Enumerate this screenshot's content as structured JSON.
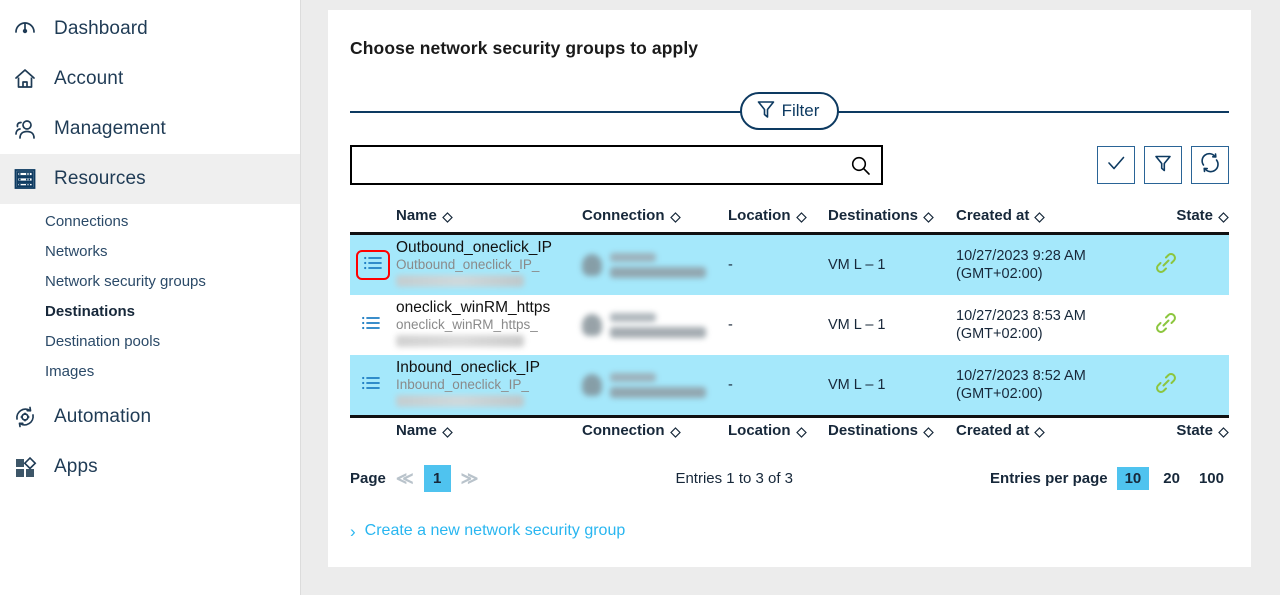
{
  "sidebar": {
    "items": [
      {
        "label": "Dashboard",
        "icon": "gauge-icon",
        "active": false
      },
      {
        "label": "Account",
        "icon": "home-icon",
        "active": false
      },
      {
        "label": "Management",
        "icon": "people-icon",
        "active": false
      },
      {
        "label": "Resources",
        "icon": "server-rack-icon",
        "active": true
      },
      {
        "label": "Automation",
        "icon": "automation-refresh-icon",
        "active": false
      },
      {
        "label": "Apps",
        "icon": "apps-grid-icon",
        "active": false
      }
    ],
    "sub_items": [
      {
        "label": "Connections",
        "current": false
      },
      {
        "label": "Networks",
        "current": false
      },
      {
        "label": "Network security groups",
        "current": false
      },
      {
        "label": "Destinations",
        "current": true
      },
      {
        "label": "Destination pools",
        "current": false
      },
      {
        "label": "Images",
        "current": false
      }
    ]
  },
  "main": {
    "title": "Choose network security groups to apply",
    "filter_pill_label": "Filter",
    "search": {
      "value": "",
      "placeholder": ""
    },
    "actions": [
      {
        "name": "confirm-button",
        "icon": "check-icon"
      },
      {
        "name": "filter-button",
        "icon": "funnel-icon"
      },
      {
        "name": "refresh-button",
        "icon": "refresh-icon"
      }
    ],
    "columns": [
      "Name",
      "Connection",
      "Location",
      "Destinations",
      "Created at",
      "State"
    ],
    "rows": [
      {
        "name": "Outbound_oneclick_IP",
        "name_sub": "Outbound_oneclick_IP_",
        "location": "-",
        "destinations": "VM L – 1",
        "created_line1": "10/27/2023 9:28 AM",
        "created_line2": "(GMT+02:00)",
        "state_icon": "link-icon",
        "selected": true,
        "icon_highlighted": true
      },
      {
        "name": "oneclick_winRM_https",
        "name_sub": "oneclick_winRM_https_",
        "location": "-",
        "destinations": "VM L – 1",
        "created_line1": "10/27/2023 8:53 AM",
        "created_line2": "(GMT+02:00)",
        "state_icon": "link-icon",
        "selected": false,
        "icon_highlighted": false
      },
      {
        "name": "Inbound_oneclick_IP",
        "name_sub": "Inbound_oneclick_IP_",
        "location": "-",
        "destinations": "VM L – 1",
        "created_line1": "10/27/2023 8:52 AM",
        "created_line2": "(GMT+02:00)",
        "state_icon": "link-icon",
        "selected": true,
        "icon_highlighted": false
      }
    ],
    "pager": {
      "page_label": "Page",
      "current_page": "1",
      "entries_text": "Entries 1 to 3 of 3",
      "entries_per_page_label": "Entries per page",
      "per_page_options": [
        "10",
        "20",
        "100"
      ],
      "per_page_selected": "10"
    },
    "create_link": "Create a new network security group"
  },
  "colors": {
    "navy": "#0d3a61",
    "row_selected": "#a5e8fb",
    "accent_cyan": "#4fc3ef",
    "link_cyan": "#29b6f0",
    "state_green": "#8cc63f",
    "highlight_red": "#ff0000"
  }
}
